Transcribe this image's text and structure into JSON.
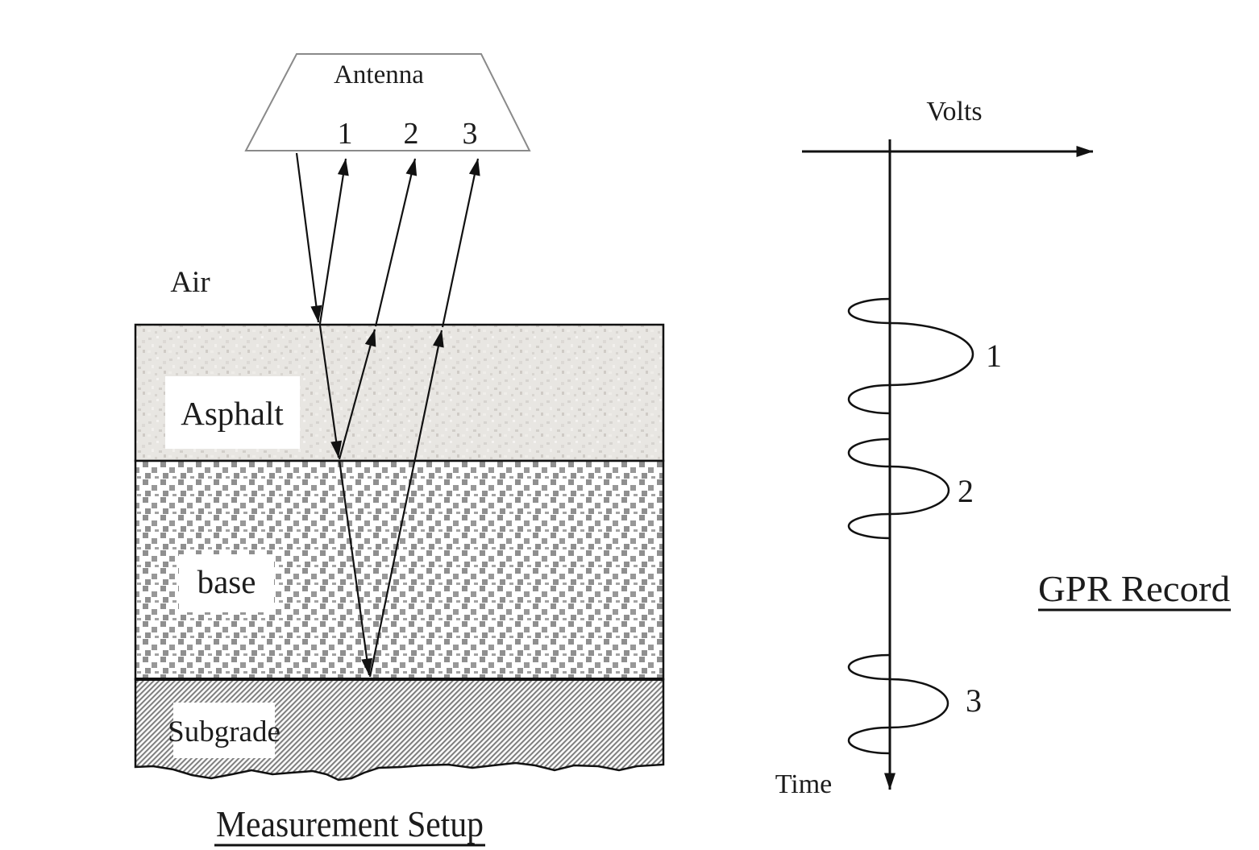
{
  "setup": {
    "antenna_label": "Antenna",
    "ray_labels": [
      "1",
      "2",
      "3"
    ],
    "layer_labels": {
      "air": "Air",
      "asphalt": "Asphalt",
      "base": "base",
      "subgrade": "Subgrade"
    },
    "caption": "Measurement Setup"
  },
  "record": {
    "volts_axis_label": "Volts",
    "time_axis_label": "Time",
    "title": "GPR Record",
    "wave_labels": [
      "1",
      "2",
      "3"
    ]
  },
  "colors": {
    "ink": "#1c1c1c",
    "antenna_outline": "#8a8a8a",
    "asphalt_fill": "#e8e6e2",
    "base_square_gray": "#8f8f8f",
    "subgrade_hatch_gray": "#7d7d7d",
    "background": "#ffffff"
  }
}
